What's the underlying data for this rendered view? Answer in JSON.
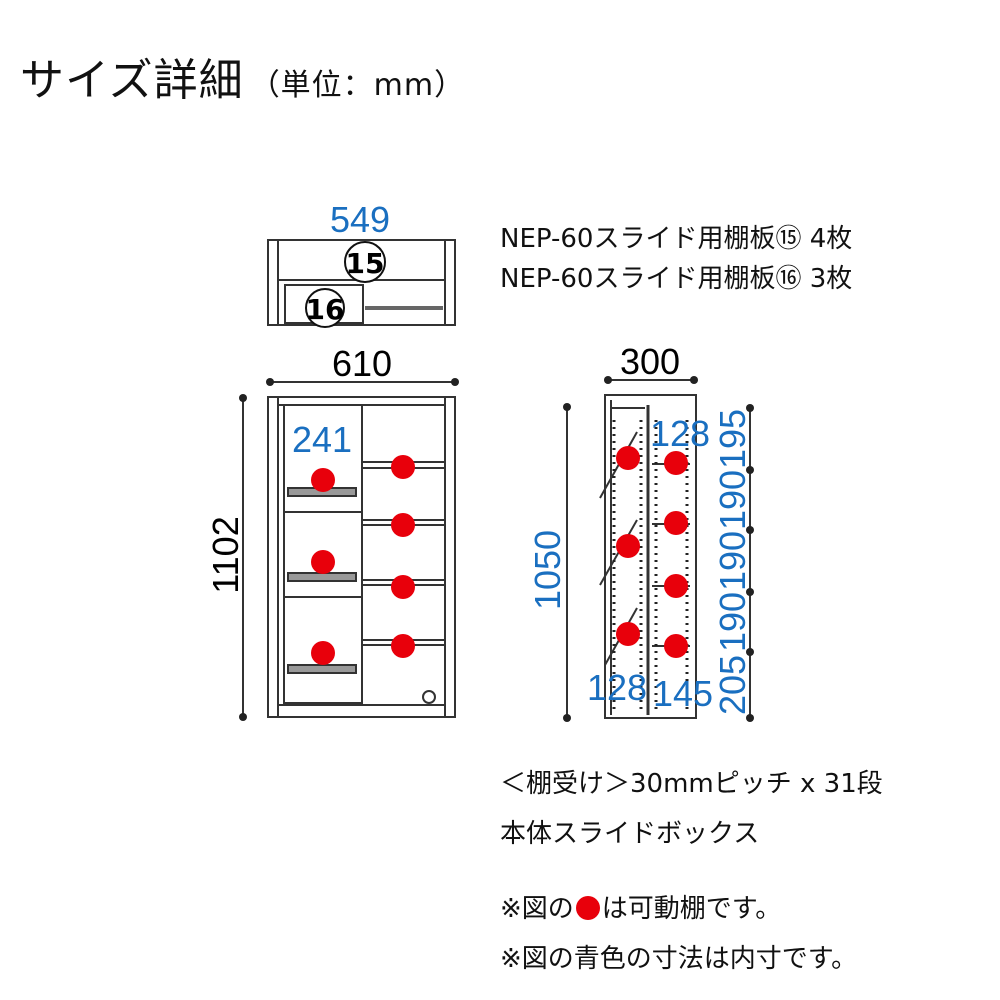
{
  "title": {
    "main": "サイズ詳細",
    "unit": "（単位：mm）"
  },
  "parts": [
    "NEP-60スライド用棚板⑮ 4枚",
    "NEP-60スライド用棚板⑯ 3枚"
  ],
  "top_view": {
    "inner_width": "549",
    "label_15": "15",
    "label_16": "16"
  },
  "front_view": {
    "width": "610",
    "height": "1102",
    "inner_width": "241"
  },
  "side_view": {
    "depth": "300",
    "inner_height": "1050",
    "top_inner": "128",
    "bottom_left": "128",
    "bottom_right": "145",
    "pitch_segments": [
      "195",
      "190",
      "190",
      "190",
      "205"
    ]
  },
  "notes": {
    "shelf_rail": "＜棚受け＞30mmピッチ x 31段",
    "body": "本体スライドボックス",
    "red_dot_pre": "※図の",
    "red_dot_post": "は可動棚です。",
    "blue_note": "※図の青色の寸法は内寸です。"
  },
  "colors": {
    "blue": "#1a6fc0",
    "red": "#e8000b"
  }
}
